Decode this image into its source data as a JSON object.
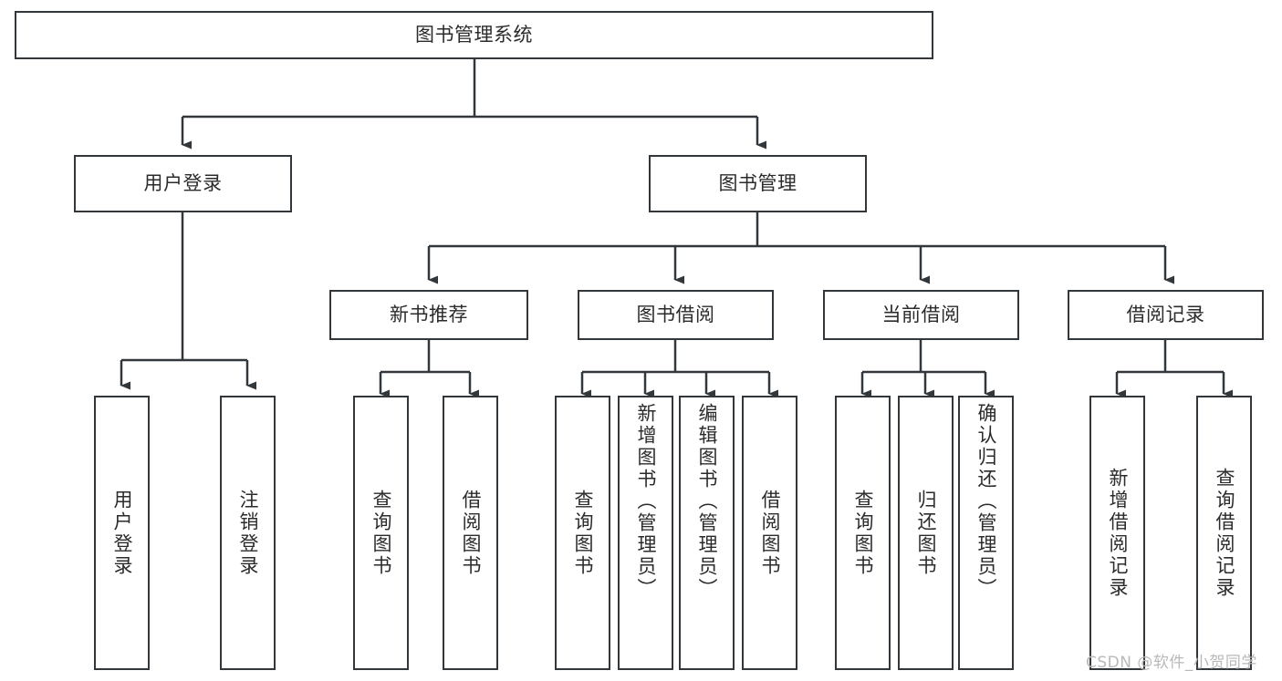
{
  "diagram": {
    "type": "tree",
    "title": "图书管理系统",
    "watermark": "CSDN @软件_小贺同学",
    "colors": {
      "box_border": "#32373b",
      "box_fill": "#ffffff",
      "connector": "#32373b",
      "text": "#2b2b2b",
      "watermark": "#b9b9b9",
      "background": "#ffffff"
    },
    "root": {
      "id": "root",
      "label": "图书管理系统"
    },
    "level2": [
      {
        "id": "user-login",
        "label": "用户登录"
      },
      {
        "id": "book-management",
        "label": "图书管理"
      }
    ],
    "level3": [
      {
        "id": "new-book-recommend",
        "label": "新书推荐",
        "parent": "book-management"
      },
      {
        "id": "book-borrow",
        "label": "图书借阅",
        "parent": "book-management"
      },
      {
        "id": "current-borrow",
        "label": "当前借阅",
        "parent": "book-management"
      },
      {
        "id": "borrow-record",
        "label": "借阅记录",
        "parent": "book-management"
      }
    ],
    "leaves": {
      "user_login": [
        {
          "id": "leaf-user-login",
          "label": "用户登录"
        },
        {
          "id": "leaf-user-logout",
          "label": "注销登录"
        }
      ],
      "new_book_recommend": [
        {
          "id": "leaf-query-book-1",
          "label": "查询图书"
        },
        {
          "id": "leaf-borrow-book-1",
          "label": "借阅图书"
        }
      ],
      "book_borrow": [
        {
          "id": "leaf-query-book-2",
          "label": "查询图书"
        },
        {
          "id": "leaf-add-book",
          "label": "新增图书（管理员）"
        },
        {
          "id": "leaf-edit-book",
          "label": "编辑图书（管理员）"
        },
        {
          "id": "leaf-borrow-book-2",
          "label": "借阅图书"
        }
      ],
      "current_borrow": [
        {
          "id": "leaf-query-book-3",
          "label": "查询图书"
        },
        {
          "id": "leaf-return-book",
          "label": "归还图书"
        },
        {
          "id": "leaf-confirm-return",
          "label": "确认归还（管理员）"
        }
      ],
      "borrow_record": [
        {
          "id": "leaf-add-record",
          "label": "新增借阅记录"
        },
        {
          "id": "leaf-query-record",
          "label": "查询借阅记录"
        }
      ]
    }
  }
}
